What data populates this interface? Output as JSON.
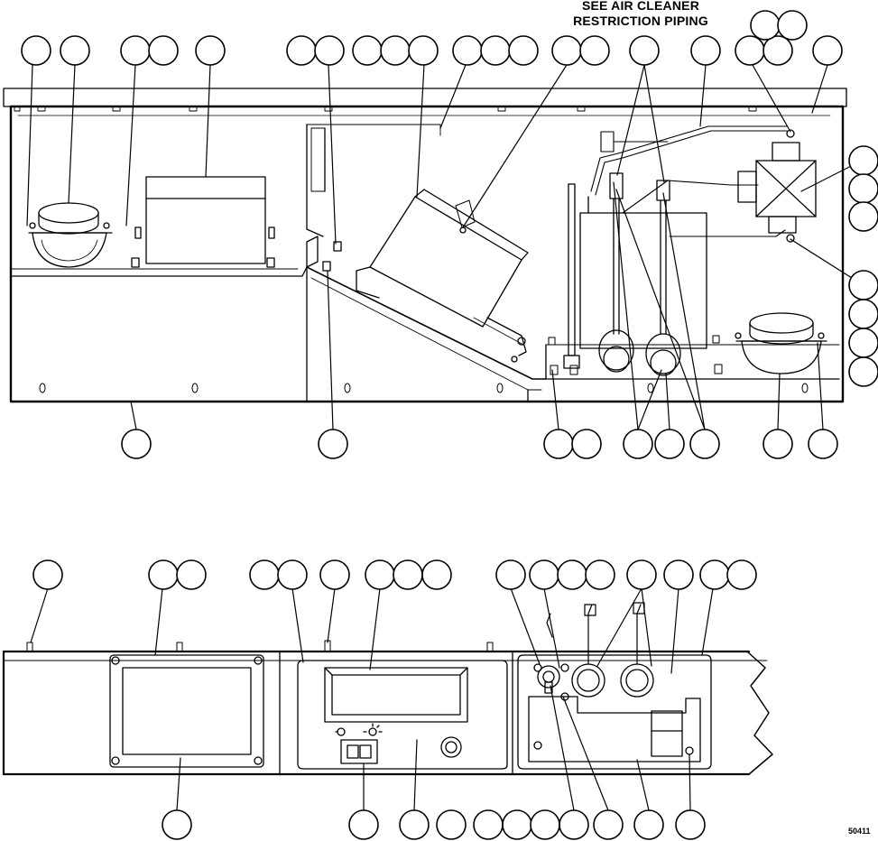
{
  "annotation": {
    "line1": "SEE AIR CLEANER",
    "line2": "RESTRICTION PIPING"
  },
  "figure_number": "50411",
  "views": [
    {
      "name": "upper-panel-top-view"
    },
    {
      "name": "lower-panel-front-view"
    }
  ],
  "colors": {
    "ink": "#000000",
    "paper": "#ffffff"
  }
}
